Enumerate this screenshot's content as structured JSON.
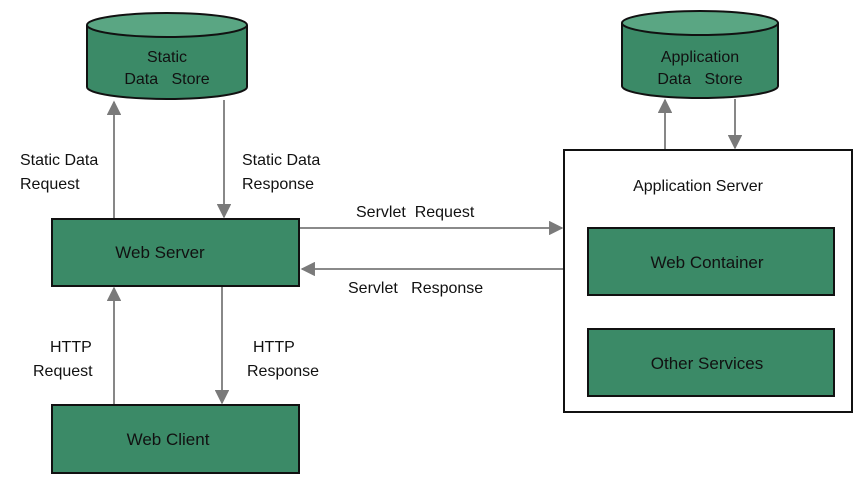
{
  "colors": {
    "box_fill": "#3b8a67",
    "box_stroke": "#111111",
    "cylinder_top": "#5aa683",
    "arrow": "#7a7a7a",
    "container_stroke": "#111111"
  },
  "nodes": {
    "static_store": {
      "line1": "Static",
      "line2": "Data   Store"
    },
    "app_store": {
      "line1": "Application",
      "line2": "Data   Store"
    },
    "web_server": {
      "label": "Web Server"
    },
    "web_client": {
      "label": "Web Client"
    },
    "app_server": {
      "label": "Application Server"
    },
    "web_container": {
      "label": "Web Container"
    },
    "other_services": {
      "label": "Other Services"
    }
  },
  "edges": {
    "static_request": {
      "line1": "Static Data",
      "line2": "Request"
    },
    "static_response": {
      "line1": "Static Data",
      "line2": "Response"
    },
    "servlet_request": {
      "label": "Servlet  Request"
    },
    "servlet_response": {
      "label": "Servlet   Response"
    },
    "http_request": {
      "line1": "HTTP",
      "line2": "Request"
    },
    "http_response": {
      "line1": "HTTP",
      "line2": "Response"
    }
  }
}
